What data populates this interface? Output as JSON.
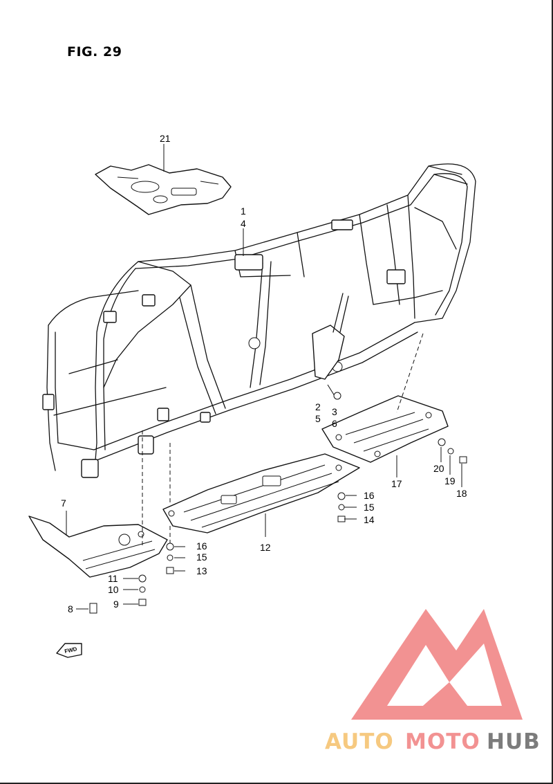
{
  "figure": {
    "title": "FIG. 29"
  },
  "callouts": {
    "c1": "1",
    "c2": "2",
    "c3": "3",
    "c4": "4",
    "c5": "5",
    "c6": "6",
    "c7": "7",
    "c8": "8",
    "c9": "9",
    "c10": "10",
    "c11": "11",
    "c12": "12",
    "c13": "13",
    "c14": "14",
    "c15a": "15",
    "c15b": "15",
    "c16a": "16",
    "c16b": "16",
    "c17": "17",
    "c18": "18",
    "c19": "19",
    "c20": "20",
    "c21": "21"
  },
  "fwd_arrow": {
    "label": "FWD"
  },
  "watermark": {
    "word_part1": "AUTO",
    "word_part2": "MOTO",
    "word_part3": "HUB",
    "colors": {
      "primary": "#f08080",
      "accent": "#f5c06a",
      "dark": "#666666"
    }
  }
}
